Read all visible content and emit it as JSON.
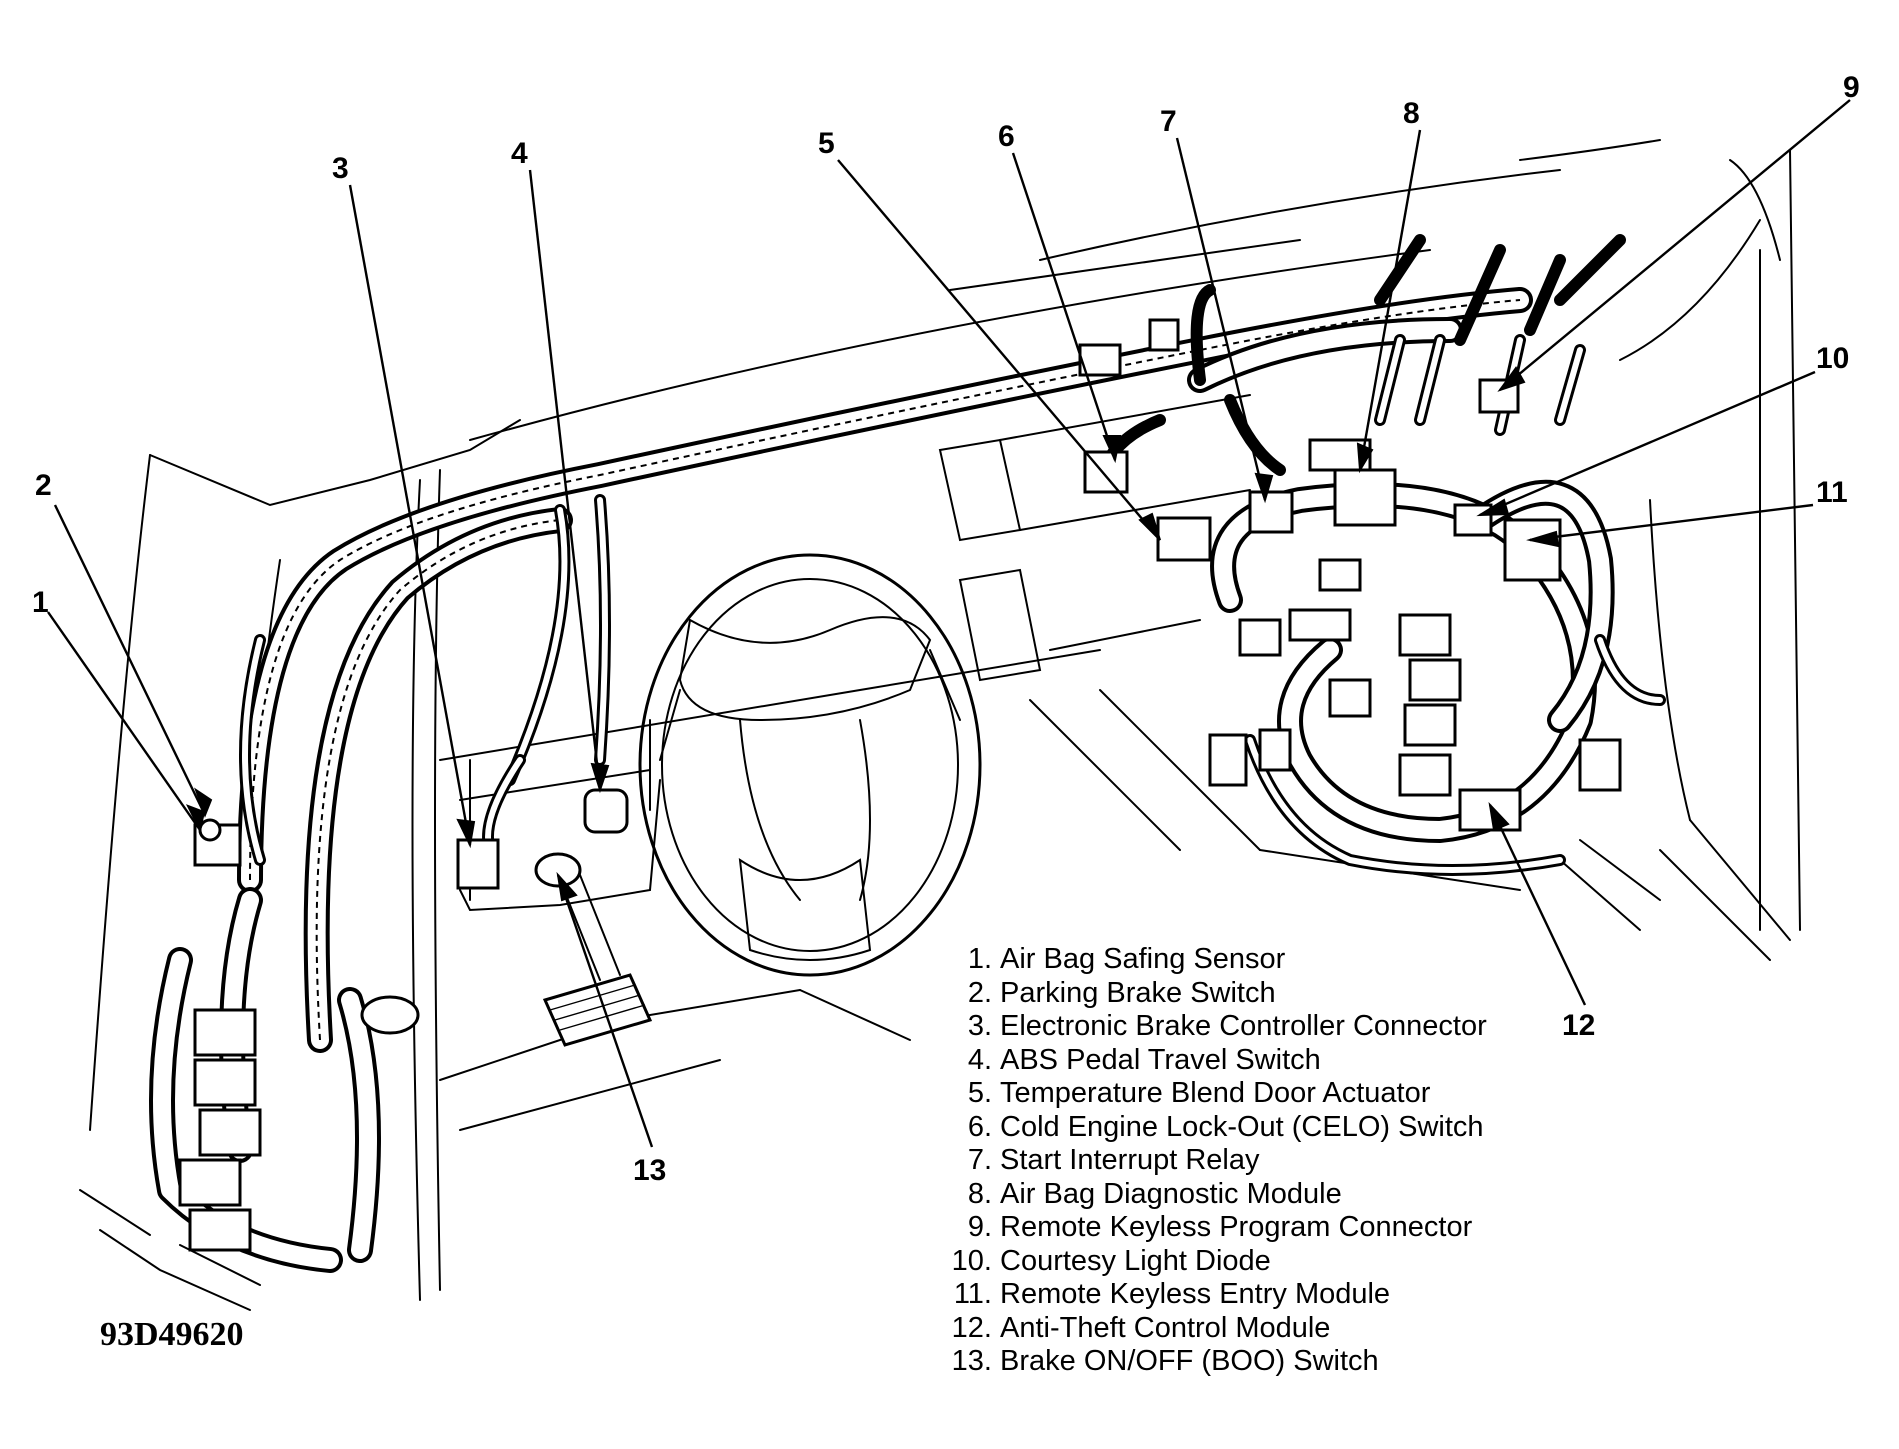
{
  "figure_id": "93D49620",
  "callouts": [
    {
      "number": "1",
      "label": "Air Bag Safing Sensor"
    },
    {
      "number": "2",
      "label": "Parking Brake Switch"
    },
    {
      "number": "3",
      "label": "Electronic Brake Controller Connector"
    },
    {
      "number": "4",
      "label": "ABS Pedal Travel Switch"
    },
    {
      "number": "5",
      "label": "Temperature Blend Door Actuator"
    },
    {
      "number": "6",
      "label": "Cold Engine Lock-Out (CELO) Switch"
    },
    {
      "number": "7",
      "label": "Start Interrupt Relay"
    },
    {
      "number": "8",
      "label": "Air Bag Diagnostic Module"
    },
    {
      "number": "9",
      "label": "Remote Keyless Program Connector"
    },
    {
      "number": "10",
      "label": "Courtesy Light Diode"
    },
    {
      "number": "11",
      "label": "Remote Keyless Entry Module"
    },
    {
      "number": "12",
      "label": "Anti-Theft Control Module"
    },
    {
      "number": "13",
      "label": "Brake ON/OFF (BOO) Switch"
    }
  ],
  "legend_numbers": [
    "1.",
    "2.",
    "3.",
    "4.",
    "5.",
    "6.",
    "7.",
    "8.",
    "9.",
    "10.",
    "11.",
    "12.",
    "13."
  ]
}
